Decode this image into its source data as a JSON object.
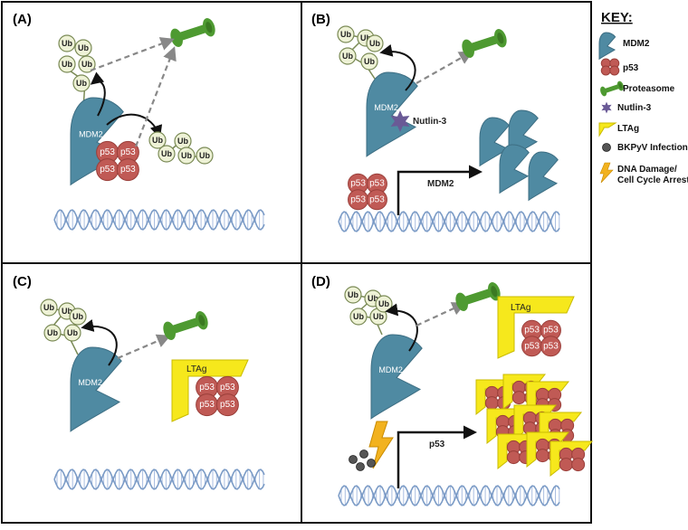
{
  "panels": [
    {
      "label": "(A)"
    },
    {
      "label": "(B)"
    },
    {
      "label": "(C)"
    },
    {
      "label": "(D)"
    }
  ],
  "labels": {
    "ub": "Ub",
    "p53": "p53",
    "mdm2": "MDM2",
    "ltag": "LTAg",
    "nutlin": "Nutlin-3",
    "arrow_b": "MDM2",
    "arrow_d": "p53"
  },
  "key": {
    "title": "KEY:",
    "items": [
      {
        "label": "MDM2",
        "icon": "mdm2-icon"
      },
      {
        "label": "p53",
        "icon": "p53-icon"
      },
      {
        "label": "Proteasome",
        "icon": "proteasome-icon"
      },
      {
        "label": "Nutlin-3",
        "icon": "nutlin-icon"
      },
      {
        "label": "LTAg",
        "icon": "ltag-icon"
      },
      {
        "label": "BKPyV Infection",
        "icon": "virus-icon"
      },
      {
        "label": "DNA Damage/",
        "icon": "lightning-icon"
      },
      {
        "label": "Cell Cycle Arrest"
      }
    ]
  },
  "colors": {
    "mdm2": "#4f8aa2",
    "p53": "#c05a55",
    "proteasome": "#4e9a31",
    "ub": "#eef2d6",
    "ltag": "#f6e81c",
    "nutlin": "#6a5a96",
    "dna": "#7b9bc6"
  }
}
